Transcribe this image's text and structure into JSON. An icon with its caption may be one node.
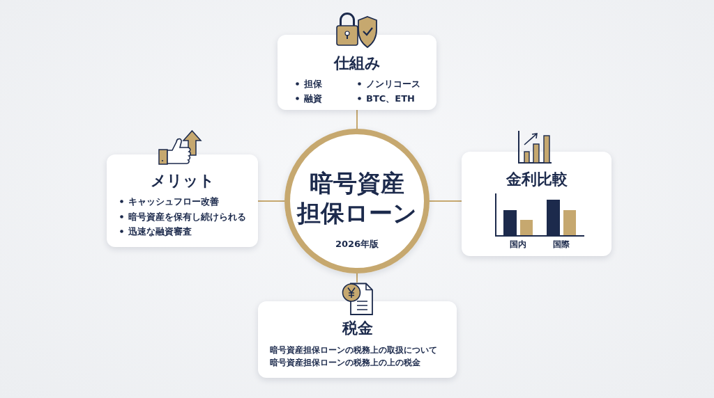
{
  "diagram": {
    "nodes": [
      {
        "text": [
          "仕組み",
          "担保",
          "ノンリコース",
          "融資",
          "BTC、ETH"
        ]
      },
      {
        "text": [
          "メリット",
          "キャッシュフロー改善",
          "暗号資産を保有し続けられる",
          "迅速な融資審査"
        ]
      },
      {
        "text": [
          "暗号資産担保ローン",
          "2026年版"
        ]
      },
      {
        "text": [
          "金利比較",
          "国内",
          "国際"
        ]
      },
      {
        "text": [],
        "shape": "picture"
      },
      {
        "text": [
          "税金",
          "暗号資産担保ローンの税務上の取扱について",
          "暗号資産担保ローンの税務上の上の税金"
        ]
      }
    ],
    "edges": [
      {
        "from": 2,
        "to": 0,
        "arrow": "none"
      },
      {
        "from": 2,
        "to": 1,
        "arrow": "none"
      },
      {
        "from": 2,
        "to": 3,
        "arrow": "none"
      },
      {
        "from": 2,
        "to": 4,
        "arrow": "none"
      }
    ]
  }
}
